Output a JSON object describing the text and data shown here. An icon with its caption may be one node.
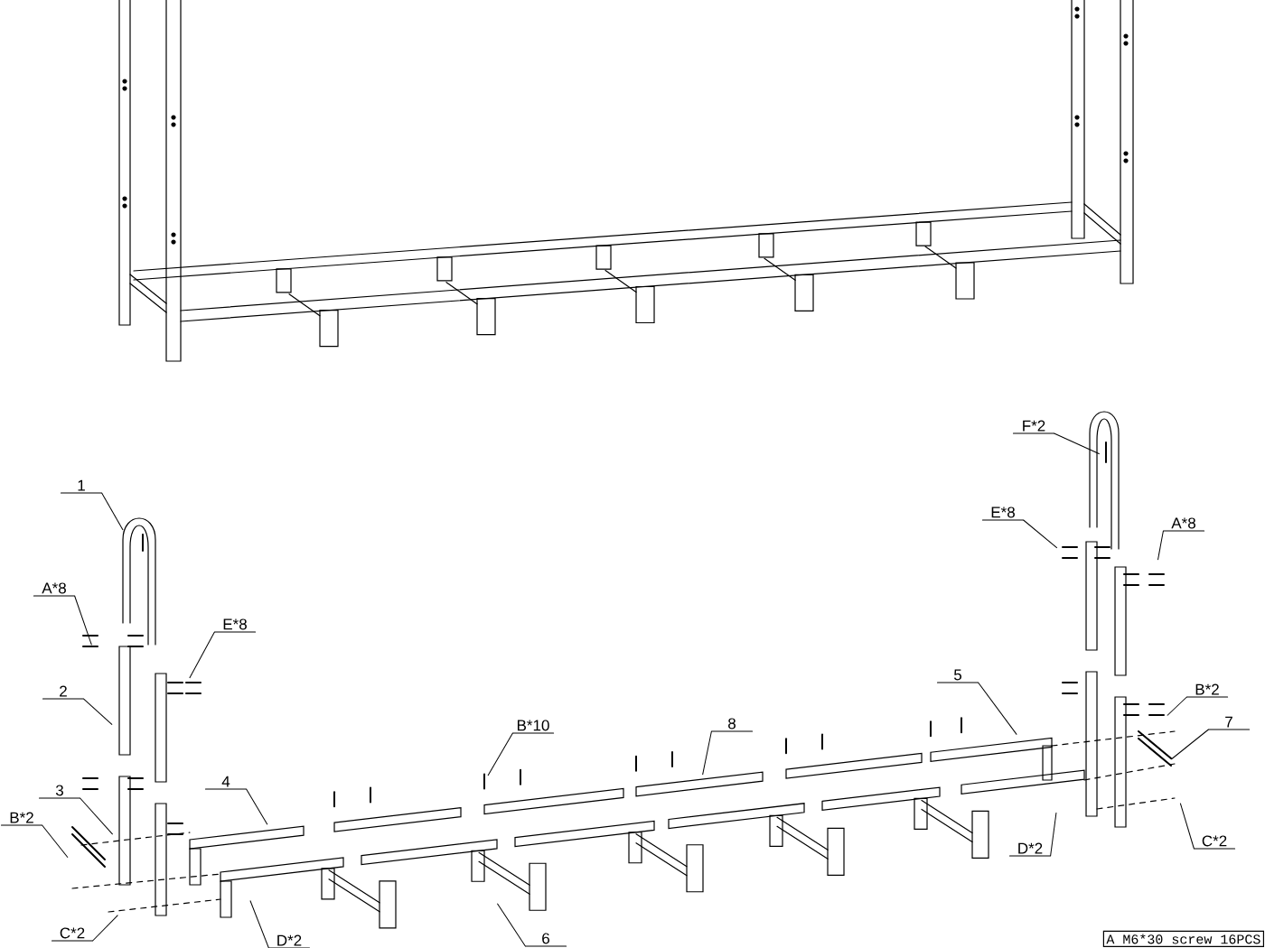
{
  "diagram": {
    "nodes": [
      {
        "text": [
          "F*2"
        ]
      },
      {
        "text": [
          "1"
        ]
      },
      {
        "text": [
          "E*8"
        ]
      },
      {
        "text": [
          "A*8"
        ]
      },
      {
        "text": [
          "A*8"
        ]
      },
      {
        "text": [
          "E*8"
        ]
      },
      {
        "text": [
          "5"
        ]
      },
      {
        "text": [
          "B*2"
        ]
      },
      {
        "text": [
          "2"
        ]
      },
      {
        "text": [
          "B*10"
        ]
      },
      {
        "text": [
          "8"
        ]
      },
      {
        "text": [
          "7"
        ]
      },
      {
        "text": [
          "4"
        ]
      },
      {
        "text": [
          "3"
        ]
      },
      {
        "text": [
          "B*2"
        ]
      },
      {
        "text": [
          "C*2"
        ]
      },
      {
        "text": [
          "D*2"
        ]
      },
      {
        "text": [
          "D*2"
        ]
      },
      {
        "text": [
          "6"
        ]
      },
      {
        "text": [
          "C*2"
        ]
      }
    ],
    "edges": [
      {
        "from": 0,
        "to": null,
        "arrow": "none"
      },
      {
        "from": 1,
        "to": null,
        "arrow": "none"
      },
      {
        "from": 2,
        "to": null,
        "arrow": "none"
      },
      {
        "from": 3,
        "to": null,
        "arrow": "none"
      },
      {
        "from": 4,
        "to": null,
        "arrow": "none"
      },
      {
        "from": 5,
        "to": null,
        "arrow": "none"
      },
      {
        "from": 6,
        "to": null,
        "arrow": "none"
      },
      {
        "from": 7,
        "to": null,
        "arrow": "none"
      },
      {
        "from": 8,
        "to": null,
        "arrow": "none"
      },
      {
        "from": 9,
        "to": null,
        "arrow": "none"
      },
      {
        "from": 10,
        "to": null,
        "arrow": "none"
      },
      {
        "from": 11,
        "to": null,
        "arrow": "none"
      },
      {
        "from": 12,
        "to": null,
        "arrow": "none"
      },
      {
        "from": 13,
        "to": null,
        "arrow": "none"
      },
      {
        "from": 14,
        "to": null,
        "arrow": "none"
      },
      {
        "from": 15,
        "to": null,
        "arrow": "none"
      },
      {
        "from": 16,
        "to": null,
        "arrow": "none"
      },
      {
        "from": 17,
        "to": null,
        "arrow": "none"
      },
      {
        "from": 18,
        "to": null,
        "arrow": "none"
      },
      {
        "from": 19,
        "to": null,
        "arrow": "none"
      }
    ],
    "labels": [
      "A   M6*30 screw   16PCS"
    ]
  }
}
